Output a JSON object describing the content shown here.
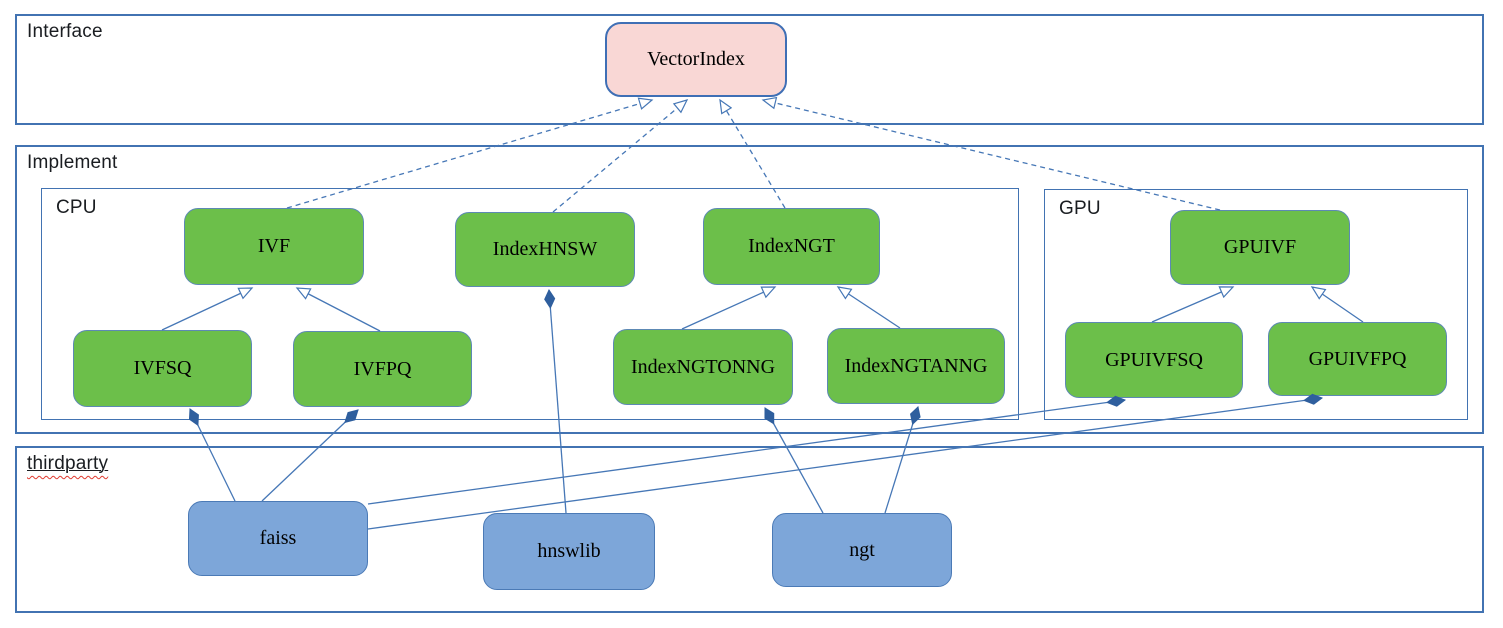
{
  "diagram": {
    "containers": {
      "interface": {
        "label": "Interface"
      },
      "implement": {
        "label": "Implement"
      },
      "cpu": {
        "label": "CPU"
      },
      "gpu": {
        "label": "GPU"
      },
      "thirdparty": {
        "label": "thirdparty"
      }
    },
    "nodes": {
      "vectorindex": {
        "label": "VectorIndex",
        "layer": "interface"
      },
      "ivf": {
        "label": "IVF",
        "layer": "implement-cpu"
      },
      "indexhnsw": {
        "label": "IndexHNSW",
        "layer": "implement-cpu"
      },
      "indexngt": {
        "label": "IndexNGT",
        "layer": "implement-cpu"
      },
      "ivfsq": {
        "label": "IVFSQ",
        "layer": "implement-cpu"
      },
      "ivfpq": {
        "label": "IVFPQ",
        "layer": "implement-cpu"
      },
      "indexngtonng": {
        "label": "IndexNGTONNG",
        "layer": "implement-cpu"
      },
      "indexngtanng": {
        "label": "IndexNGTANNG",
        "layer": "implement-cpu"
      },
      "gpuivf": {
        "label": "GPUIVF",
        "layer": "implement-gpu"
      },
      "gpuivfsq": {
        "label": "GPUIVFSQ",
        "layer": "implement-gpu"
      },
      "gpuivfpq": {
        "label": "GPUIVFPQ",
        "layer": "implement-gpu"
      },
      "faiss": {
        "label": "faiss",
        "layer": "thirdparty"
      },
      "hnswlib": {
        "label": "hnswlib",
        "layer": "thirdparty"
      },
      "ngt": {
        "label": "ngt",
        "layer": "thirdparty"
      }
    },
    "edges": [
      {
        "from": "IVF",
        "to": "VectorIndex",
        "type": "realization-dashed-hollow-arrow"
      },
      {
        "from": "IndexHNSW",
        "to": "VectorIndex",
        "type": "realization-dashed-hollow-arrow"
      },
      {
        "from": "IndexNGT",
        "to": "VectorIndex",
        "type": "realization-dashed-hollow-arrow"
      },
      {
        "from": "GPUIVF",
        "to": "VectorIndex",
        "type": "realization-dashed-hollow-arrow"
      },
      {
        "from": "IVFSQ",
        "to": "IVF",
        "type": "inheritance-hollow-arrow"
      },
      {
        "from": "IVFPQ",
        "to": "IVF",
        "type": "inheritance-hollow-arrow"
      },
      {
        "from": "IndexNGTONNG",
        "to": "IndexNGT",
        "type": "inheritance-hollow-arrow"
      },
      {
        "from": "IndexNGTANNG",
        "to": "IndexNGT",
        "type": "inheritance-hollow-arrow"
      },
      {
        "from": "GPUIVFSQ",
        "to": "GPUIVF",
        "type": "inheritance-hollow-arrow"
      },
      {
        "from": "GPUIVFPQ",
        "to": "GPUIVF",
        "type": "inheritance-hollow-arrow"
      },
      {
        "from": "faiss",
        "to": "IVFSQ",
        "type": "composition-filled-diamond"
      },
      {
        "from": "faiss",
        "to": "IVFPQ",
        "type": "composition-filled-diamond"
      },
      {
        "from": "faiss",
        "to": "GPUIVFSQ",
        "type": "composition-filled-diamond"
      },
      {
        "from": "faiss",
        "to": "GPUIVFPQ",
        "type": "composition-filled-diamond"
      },
      {
        "from": "hnswlib",
        "to": "IndexHNSW",
        "type": "composition-filled-diamond"
      },
      {
        "from": "ngt",
        "to": "IndexNGTONNG",
        "type": "composition-filled-diamond"
      },
      {
        "from": "ngt",
        "to": "IndexNGTANNG",
        "type": "composition-filled-diamond"
      }
    ],
    "colors": {
      "interface_node_fill": "#f9d7d5",
      "implement_node_fill": "#6cbf4a",
      "thirdparty_node_fill": "#7da6d9",
      "edge_blue": "#4677b6",
      "diamond_fill": "#2f5f9e",
      "container_border": "#4273b2",
      "spellcheck_squiggle": "#e03a2f"
    }
  }
}
